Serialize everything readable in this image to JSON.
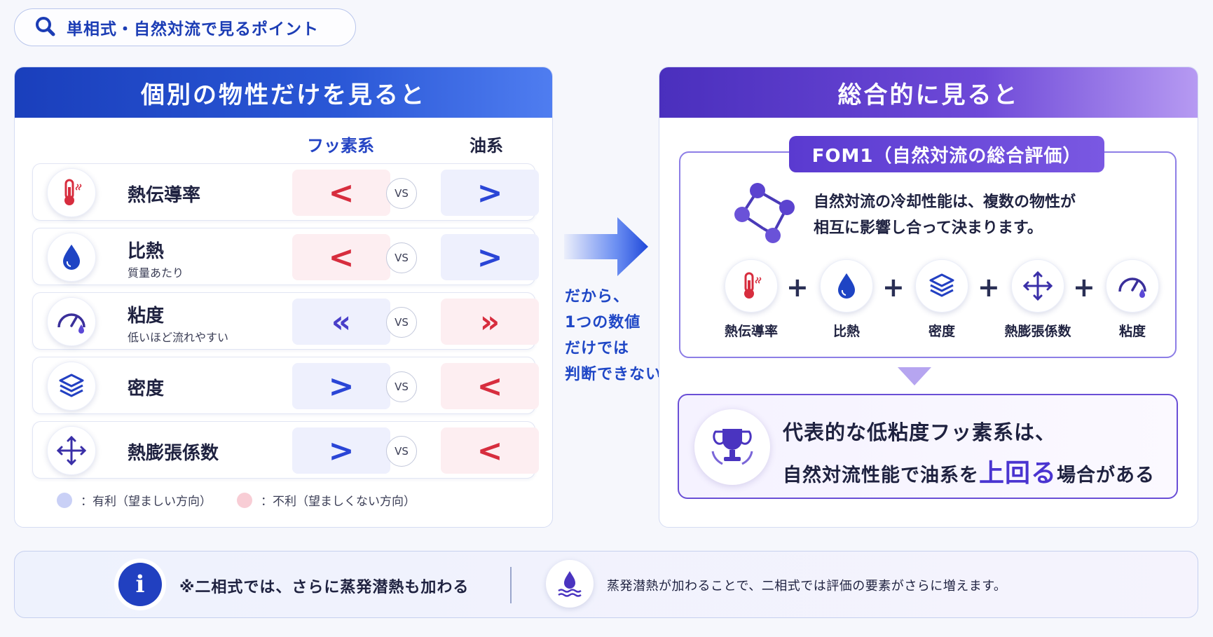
{
  "tag": {
    "text": "単相式・自然対流で見るポイント"
  },
  "left_panel": {
    "title": "個別の物性だけを見ると",
    "col_a": "フッ素系",
    "col_b": "油系",
    "vs": "VS",
    "rows": [
      {
        "name": "熱伝導率",
        "sub": "",
        "a": "<",
        "b": ">",
        "a_state": "unfavorable",
        "b_state": "favorable"
      },
      {
        "name": "比熱",
        "sub": "質量あたり",
        "a": "<",
        "b": ">",
        "a_state": "unfavorable",
        "b_state": "favorable"
      },
      {
        "name": "粘度",
        "sub": "低いほど流れやすい",
        "a": "«",
        "b": "»",
        "a_state": "favorable",
        "b_state": "unfavorable"
      },
      {
        "name": "密度",
        "sub": "",
        "a": ">",
        "b": "<",
        "a_state": "favorable",
        "b_state": "unfavorable"
      },
      {
        "name": "熱膨張係数",
        "sub": "",
        "a": ">",
        "b": "<",
        "a_state": "favorable",
        "b_state": "unfavorable"
      }
    ],
    "legend_fav": "：有利（望ましい方向）",
    "legend_unfav": "：不利（望ましくない方向）"
  },
  "middle": {
    "line1": "だから、",
    "line2": "1つの数値",
    "line3": "だけでは",
    "line4": "判断できない"
  },
  "right_panel": {
    "title": "総合的に見ると",
    "fom_tag": "FOM1（自然対流の総合評価）",
    "desc1": "自然対流の冷却性能は、複数の物性が",
    "desc2": "相互に影響し合って決まります。",
    "items": [
      "熱伝導率",
      "比熱",
      "密度",
      "熱膨張係数",
      "粘度"
    ],
    "plus": "+",
    "conclusion_l1": "代表的な低粘度フッ素系は、",
    "conclusion_l2a": "自然対流性能で油系を",
    "conclusion_hl": "上回る",
    "conclusion_l2b": "場合がある"
  },
  "bottom": {
    "info_icon": "i",
    "text1": "※二相式では、さらに蒸発潜熱も加わる",
    "text2": "蒸発潜熱が加わることで、二相式では評価の要素がさらに増えます。"
  },
  "colors": {
    "primary_blue": "#1a3fbc",
    "primary_purple": "#5a3ad0",
    "favorable_bg": "#eef0fd",
    "unfavorable_bg": "#fdeef1",
    "red": "#d72d3e"
  }
}
